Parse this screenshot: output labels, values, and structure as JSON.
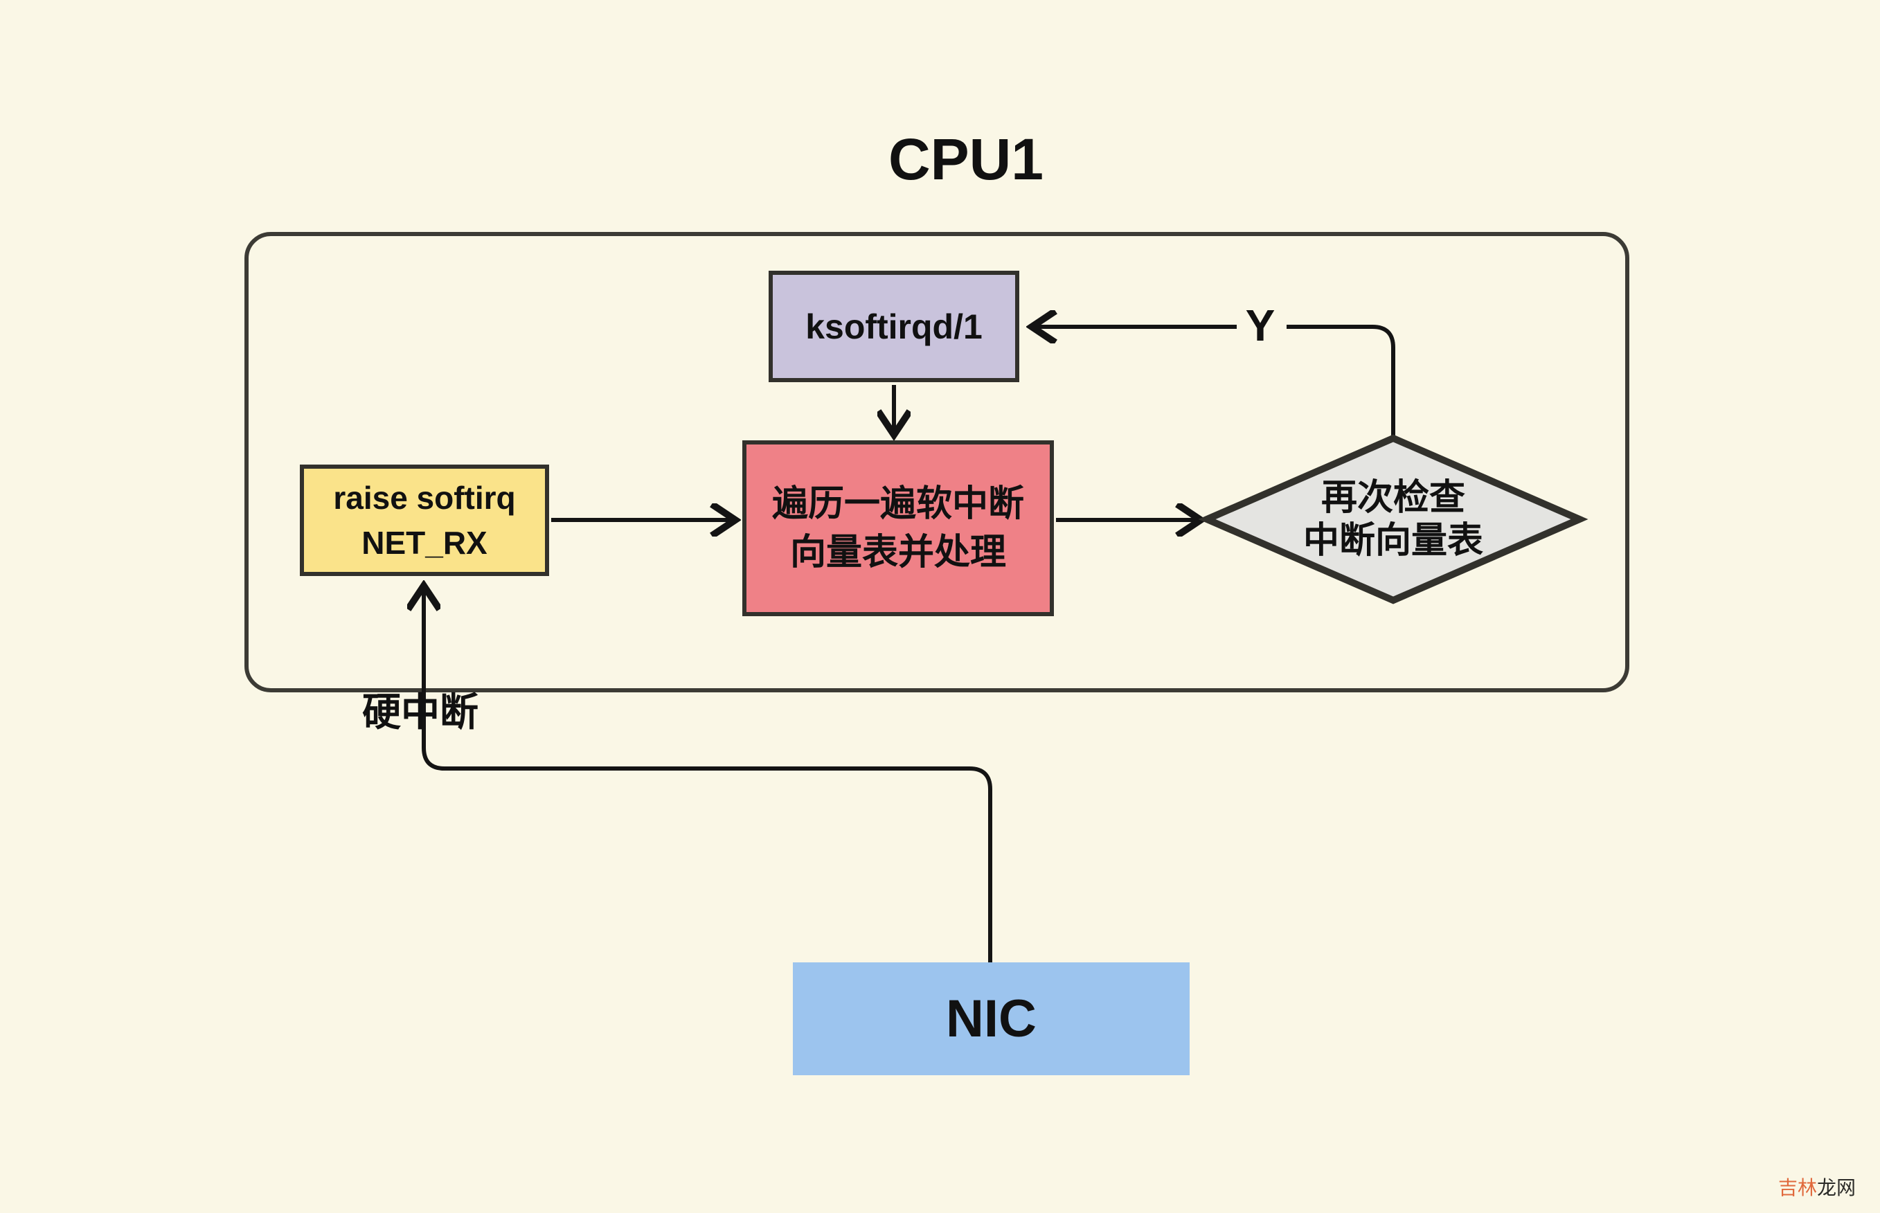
{
  "page": {
    "title": "CPU1",
    "background": "#faf7e6",
    "line_color": "#141414",
    "border_color": "#32312c"
  },
  "nodes": {
    "ksoftirqd": {
      "label": "ksoftirqd/1",
      "fill": "#c9c3dc"
    },
    "raise_softirq": {
      "line1": "raise softirq",
      "line2": "NET_RX",
      "fill": "#fae38a"
    },
    "process_vector": {
      "line1": "遍历一遍软中断",
      "line2": "向量表并处理",
      "fill": "#ef8187"
    },
    "recheck": {
      "line1": "再次检查",
      "line2": "中断向量表",
      "fill": "#e4e4e1"
    },
    "nic": {
      "label": "NIC",
      "fill": "#9cc4ee"
    }
  },
  "labels": {
    "yes": "Y",
    "hard_irq": "硬中断"
  },
  "watermark": {
    "part1": "吉林",
    "part2": "龙网",
    "color1": "#e0693c",
    "color2": "#2b2b28"
  }
}
